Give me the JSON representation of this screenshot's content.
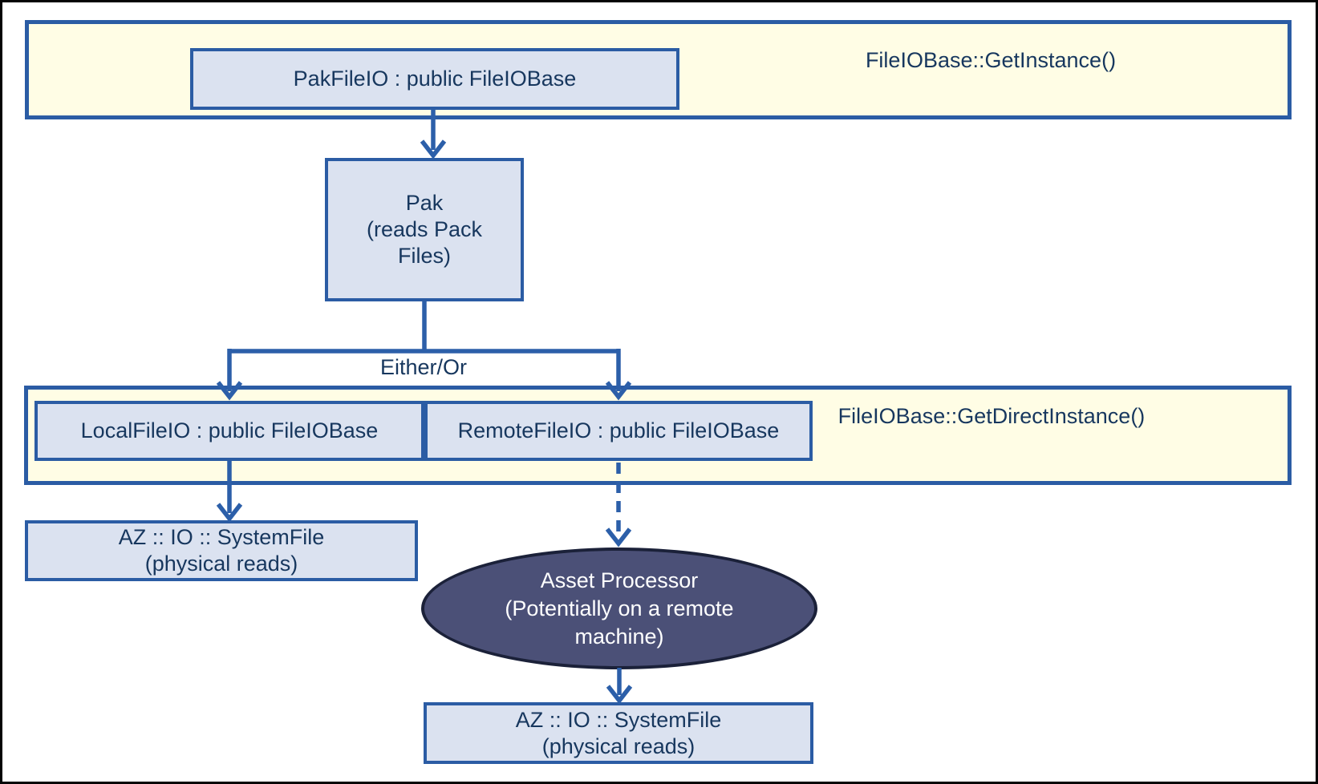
{
  "colors": {
    "band_fill": "#FFFDE5",
    "node_fill": "#DBE2F0",
    "border_blue": "#2B5CA4",
    "arrow_blue": "#2C5FA9",
    "text_navy": "#17375E",
    "ellipse_fill": "#4B5077",
    "ellipse_border": "#1B2139",
    "ellipse_text": "#FFFFFF",
    "outer_frame": "#040404"
  },
  "top_band": {
    "node_label": "PakFileIO : public FileIOBase",
    "annotation": "FileIOBase::GetInstance()"
  },
  "pak_node": {
    "lines": [
      "Pak",
      "(reads Pack",
      "Files)"
    ]
  },
  "branch_label": "Either/Or",
  "direct_band": {
    "left_node_label": "LocalFileIO : public FileIOBase",
    "right_node_label": "RemoteFileIO : public FileIOBase",
    "annotation": "FileIOBase::GetDirectInstance()"
  },
  "local_leaf": {
    "lines": [
      "AZ :: IO :: SystemFile",
      "(physical reads)"
    ]
  },
  "asset_processor": {
    "lines": [
      "Asset Processor",
      "(Potentially on a remote",
      "machine)"
    ]
  },
  "remote_leaf": {
    "lines": [
      "AZ :: IO :: SystemFile",
      "(physical reads)"
    ]
  }
}
